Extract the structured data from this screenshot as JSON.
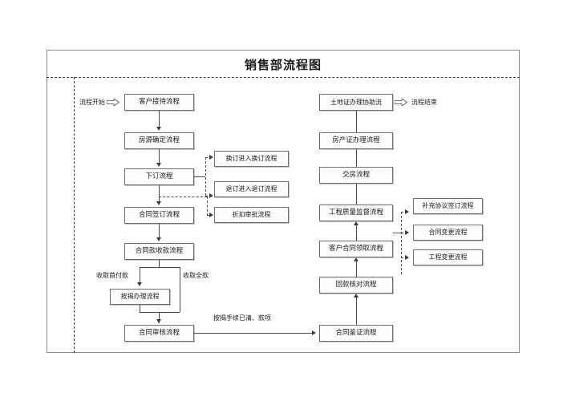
{
  "chart_data": {
    "type": "diagram",
    "title": "销售部流程图",
    "diagram_kind": "flowchart",
    "orientation": "two-column, left column top-down, right column bottom-up",
    "nodes": [
      {
        "id": "start",
        "label": "流程开始",
        "kind": "terminator-label",
        "column": "left"
      },
      {
        "id": "reception",
        "label": "客户接待流程",
        "kind": "process",
        "column": "left"
      },
      {
        "id": "housing",
        "label": "房源确定流程",
        "kind": "process",
        "column": "left"
      },
      {
        "id": "deposit",
        "label": "下订流程",
        "kind": "process",
        "column": "left"
      },
      {
        "id": "contract",
        "label": "合同签订流程",
        "kind": "process",
        "column": "left"
      },
      {
        "id": "payment",
        "label": "合同款收款流程",
        "kind": "process",
        "column": "left"
      },
      {
        "id": "mortgage",
        "label": "按揭办理流程",
        "kind": "process",
        "column": "left"
      },
      {
        "id": "audit",
        "label": "合同审核流程",
        "kind": "process",
        "column": "left"
      },
      {
        "id": "change",
        "label": "换订进入换订流程",
        "kind": "branch",
        "column": "mid"
      },
      {
        "id": "refund",
        "label": "退订进入退订流程",
        "kind": "branch",
        "column": "mid"
      },
      {
        "id": "discount",
        "label": "折扣审批流程",
        "kind": "branch",
        "column": "mid"
      },
      {
        "id": "notarize",
        "label": "合同鉴证流程",
        "kind": "process",
        "column": "right"
      },
      {
        "id": "recon",
        "label": "回款核对流程",
        "kind": "process",
        "column": "right"
      },
      {
        "id": "pickup",
        "label": "客户合同领取流程",
        "kind": "process",
        "column": "right"
      },
      {
        "id": "quality",
        "label": "工程质量监督流程",
        "kind": "process",
        "column": "right"
      },
      {
        "id": "handover",
        "label": "交房流程",
        "kind": "process",
        "column": "right"
      },
      {
        "id": "propcert",
        "label": "房产证办理流程",
        "kind": "process",
        "column": "right"
      },
      {
        "id": "landcert",
        "label": "土地证办理协助流",
        "kind": "process",
        "column": "right"
      },
      {
        "id": "supplement",
        "label": "补充协议签订流程",
        "kind": "branch",
        "column": "far-right"
      },
      {
        "id": "contract_chg",
        "label": "合同变更流程",
        "kind": "branch",
        "column": "far-right"
      },
      {
        "id": "project_chg",
        "label": "工程变更流程",
        "kind": "branch",
        "column": "far-right"
      },
      {
        "id": "end",
        "label": "流程结束",
        "kind": "terminator-label",
        "column": "right"
      }
    ],
    "edge_labels": [
      {
        "id": "first_payment",
        "label": "收取首付款"
      },
      {
        "id": "full_payment",
        "label": "收取全款"
      },
      {
        "id": "mortgage_done",
        "label": "按揭手续已清、款项"
      }
    ],
    "edges": [
      {
        "from": "start",
        "to": "reception",
        "style": "block-arrow"
      },
      {
        "from": "reception",
        "to": "housing",
        "style": "solid"
      },
      {
        "from": "housing",
        "to": "deposit",
        "style": "solid"
      },
      {
        "from": "deposit",
        "to": "change",
        "style": "dashed"
      },
      {
        "from": "deposit",
        "to": "refund",
        "style": "dashed"
      },
      {
        "from": "deposit",
        "to": "contract",
        "style": "solid"
      },
      {
        "from": "contract",
        "to": "discount",
        "style": "dashed"
      },
      {
        "from": "contract",
        "to": "payment",
        "style": "solid"
      },
      {
        "from": "payment",
        "to": "mortgage",
        "style": "solid",
        "label": "收取首付款"
      },
      {
        "from": "payment",
        "to": "audit",
        "style": "solid",
        "label": "收取全款"
      },
      {
        "from": "mortgage",
        "to": "audit",
        "style": "solid"
      },
      {
        "from": "audit",
        "to": "notarize",
        "style": "solid",
        "label": "按揭手续已清、款项"
      },
      {
        "from": "notarize",
        "to": "recon",
        "style": "solid"
      },
      {
        "from": "recon",
        "to": "pickup",
        "style": "solid"
      },
      {
        "from": "pickup",
        "to": "quality",
        "style": "solid"
      },
      {
        "from": "pickup",
        "to": "contract_chg",
        "style": "dashed"
      },
      {
        "from": "quality",
        "to": "supplement",
        "style": "dashed"
      },
      {
        "from": "quality",
        "to": "project_chg",
        "style": "dashed"
      },
      {
        "from": "quality",
        "to": "handover",
        "style": "solid"
      },
      {
        "from": "handover",
        "to": "propcert",
        "style": "solid"
      },
      {
        "from": "propcert",
        "to": "landcert",
        "style": "solid"
      },
      {
        "from": "landcert",
        "to": "end",
        "style": "block-arrow"
      }
    ],
    "colors": {
      "background": "#ffffff",
      "frame_border": "#8a8a8a",
      "swimlane_border": "#3a3a3a",
      "node_border": "#6f6f6f",
      "node_fill": "#fdfdfd",
      "connector": "#4a4a4a",
      "text": "#1a1a1a"
    }
  }
}
